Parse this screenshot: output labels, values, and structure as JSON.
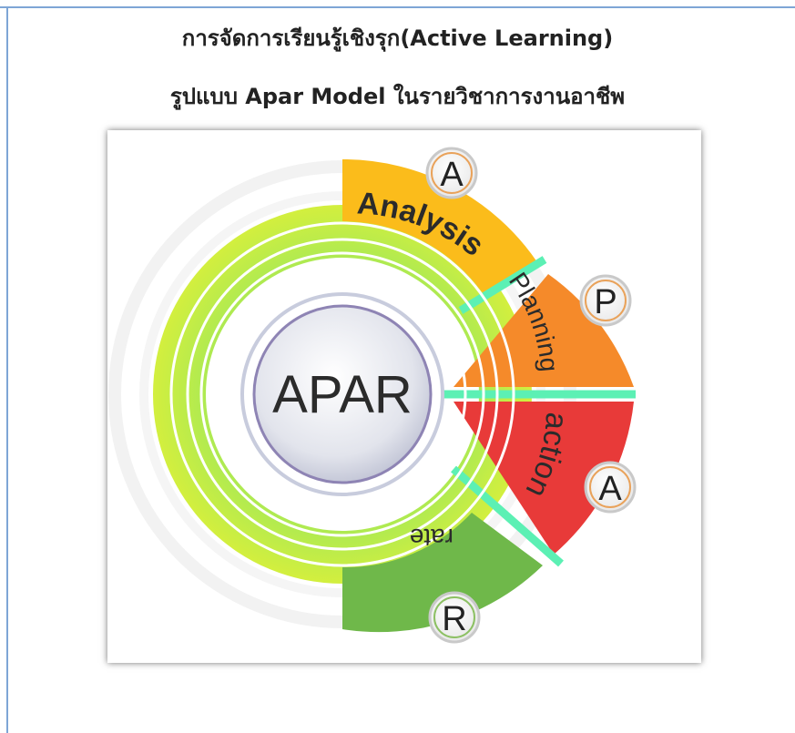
{
  "document": {
    "title_line1": "การจัดการเรียนรู้เชิงรุก(Active Learning)",
    "title_line2": "รูปแบบ Apar  Model  ในรายวิชาการงานอาชีพ"
  },
  "diagram": {
    "center_label": "APAR",
    "segments": [
      {
        "letter": "A",
        "word": "Analysis",
        "color": "#fbbc1b"
      },
      {
        "letter": "P",
        "word": "Planning",
        "color": "#f58a2a"
      },
      {
        "letter": "A",
        "word": "action",
        "color": "#e83a39"
      },
      {
        "letter": "R",
        "word": "rate",
        "color": "#6fb84a"
      }
    ],
    "ring_color": "#7fd84a",
    "separator_color": "#5cf0b4"
  }
}
